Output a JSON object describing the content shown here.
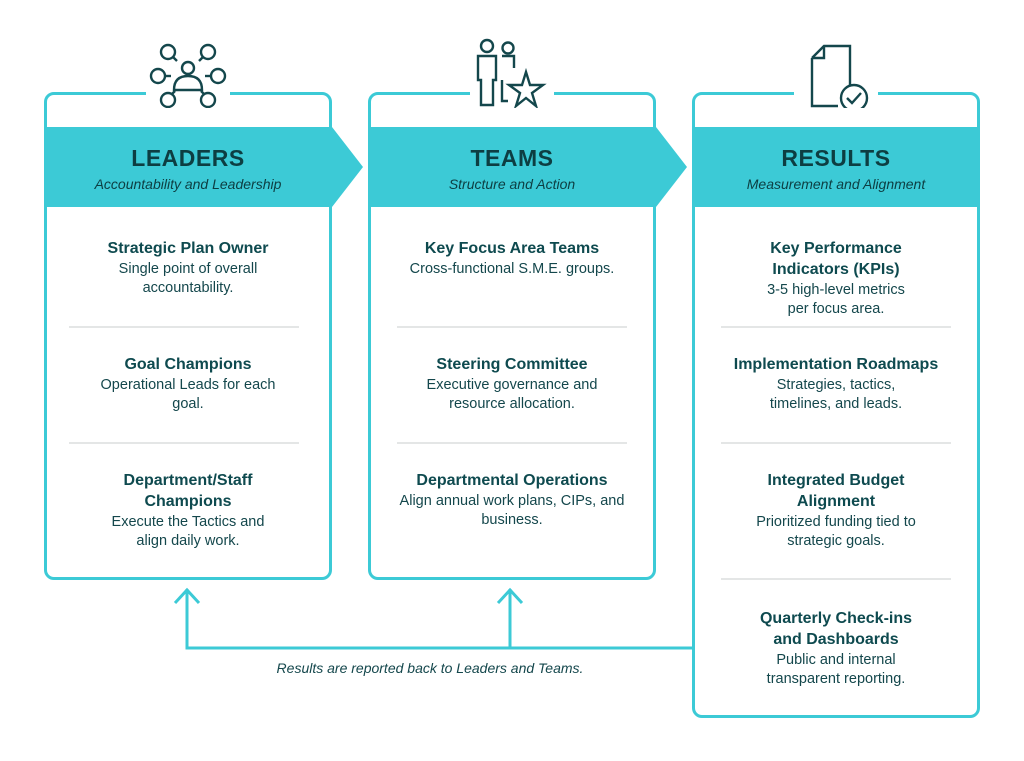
{
  "columns": [
    {
      "id": "leaders",
      "icon": "people-network-icon",
      "title": "LEADERS",
      "subtitle": "Accountability and Leadership",
      "items": [
        {
          "title": "Strategic Plan Owner",
          "desc": "Single point of overall accountability."
        },
        {
          "title": "Goal Champions",
          "desc": "Operational Leads for each goal."
        },
        {
          "title": "Department/Staff Champions",
          "desc": "Execute the Tactics and align daily work."
        }
      ]
    },
    {
      "id": "teams",
      "icon": "team-star-icon",
      "title": "TEAMS",
      "subtitle": "Structure and Action",
      "items": [
        {
          "title": "Key Focus Area Teams",
          "desc": "Cross-functional S.M.E. groups."
        },
        {
          "title": "Steering Committee",
          "desc": "Executive governance and resource allocation."
        },
        {
          "title": "Departmental Operations",
          "desc": "Align annual work plans, CIPs, and business."
        }
      ]
    },
    {
      "id": "results",
      "icon": "document-check-icon",
      "title": "RESULTS",
      "subtitle": "Measurement and Alignment",
      "items": [
        {
          "title": "Key Performance Indicators (KPIs)",
          "desc": "3-5 high-level metrics per focus area."
        },
        {
          "title": "Implementation Roadmaps",
          "desc": "Strategies, tactics, timelines, and leads."
        },
        {
          "title": "Integrated Budget Alignment",
          "desc": "Prioritized funding tied to strategic goals."
        },
        {
          "title": "Quarterly Check-ins and Dashboards",
          "desc": "Public and internal transparent reporting."
        }
      ]
    }
  ],
  "feedback": {
    "text": "Results are reported back to Leaders and Teams."
  },
  "colors": {
    "accent": "#3ccad6",
    "text_dark": "#0d3e42",
    "divider": "#e4e6e6"
  }
}
